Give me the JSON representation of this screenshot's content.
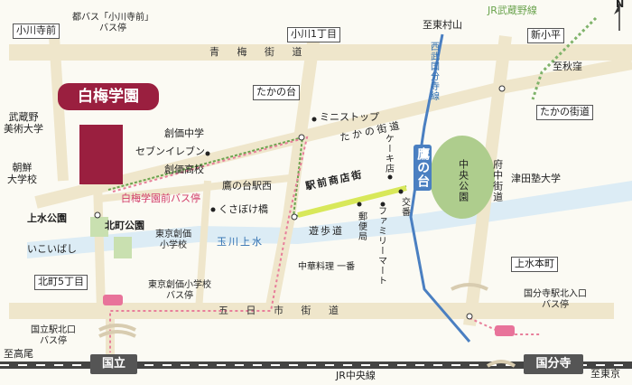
{
  "map_labels": {
    "north": "N",
    "kogawa_dera_mae": "小川寺前",
    "toei_bus": "都バス「小川寺前」\nバス停",
    "kogawa_1chome": "小川1丁目",
    "higashimurayama": "至東村山",
    "jr_musashino": "JR武蔵野線",
    "shinkodaira": "新小平",
    "ome_kaido": "青 梅 街 道",
    "shikubo": "至秋窪",
    "seibu_kokubunji": "西武国分寺線",
    "school_name": "白梅学園",
    "takanodai_top": "たかの台",
    "ministop": "ミニストップ",
    "takanokaido_stop": "たかの街道",
    "takano_kaido": "たかの街道",
    "musashino_bidai": "武蔵野\n美術大学",
    "soka_chu": "創価中学",
    "seven_eleven": "セブンイレブン",
    "soka_ko": "創価高校",
    "chosen_daigakko": "朝鮮\n大学校",
    "cake_shop": "ケーキ店",
    "takanodai_station": "鷹の台",
    "central_park": "中央公園",
    "fuchu_kaido": "府中街道",
    "tsuda_juku": "津田塾大学",
    "school_bus_stop": "白梅学園前バス停",
    "takanodai_west": "鷹の台駅西",
    "ekimae_shoten": "駅前商店街",
    "kusabake_bashi": "くさぼけ橋",
    "kosaten": "交番",
    "yubinkyoku": "郵便局",
    "family_mart": "ファミリーマート",
    "josui_park": "上水公園",
    "kitamachi_park": "北町公園",
    "tamagawa_josui": "玉川上水",
    "yuhodo": "遊歩道",
    "ikoi_bashi": "いこいばし",
    "tokyo_soka_elem": "東京創価\n小学校",
    "chuka_ryori": "中華料理 一番",
    "kitamachi_5": "北町5丁目",
    "soka_elem_bus": "東京創価小学校\nバス停",
    "josui_honmachi": "上水本町",
    "kokubunji_north_bus": "国分寺駅北入口\nバス停",
    "itsukaichi_kaido": "五 日 市 街 道",
    "kunitachi_north_bus": "国立駅北口\nバス停",
    "takao": "至高尾",
    "kunitachi_station": "国立",
    "jr_chuo": "JR中央線",
    "kokubunji_station": "国分寺",
    "tokyo_dir": "至東京"
  },
  "colors": {
    "school": "#9a1f3f",
    "road": "#f1ead4",
    "pink_route": "#e87e9a",
    "green_route": "#6aa34d",
    "water": "#d6e9f4",
    "rail_seibu": "#4a7fc1",
    "park": "#a9c98a"
  }
}
